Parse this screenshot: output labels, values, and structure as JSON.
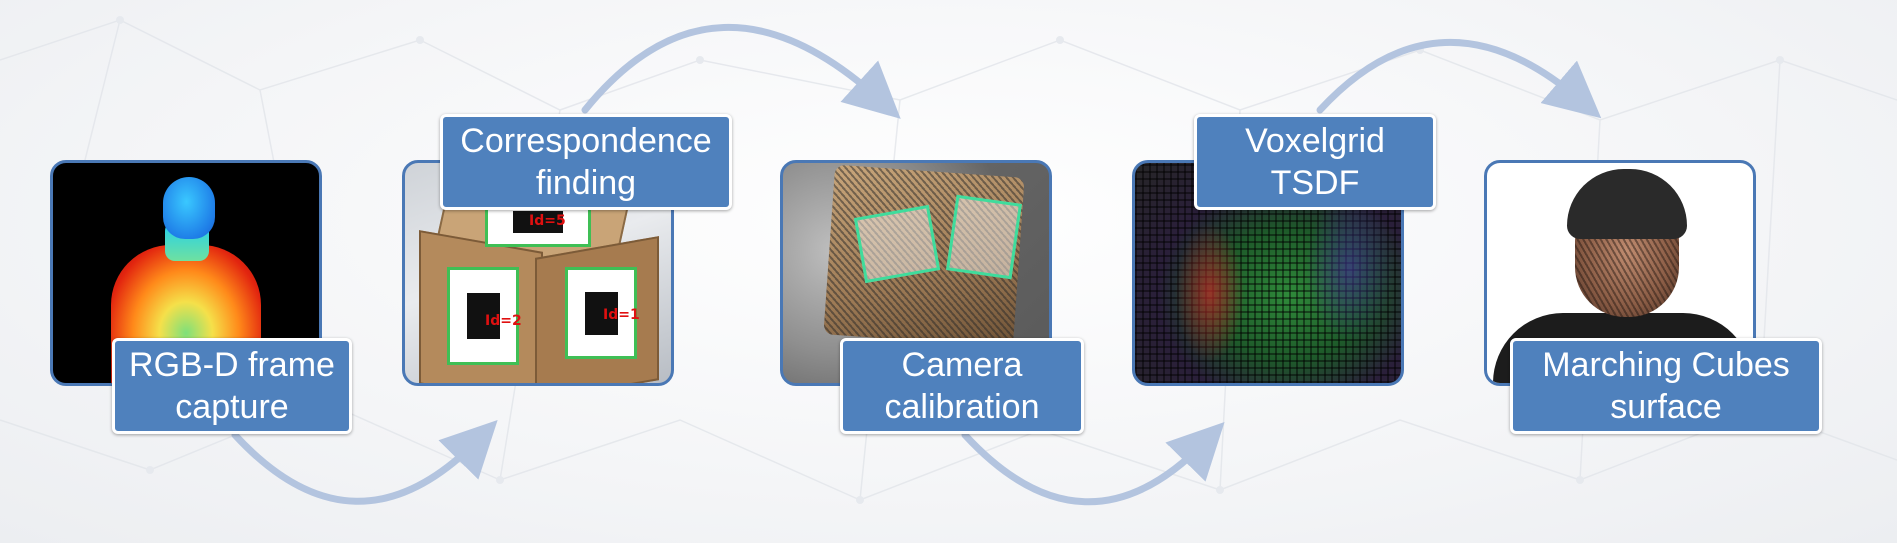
{
  "steps": [
    {
      "label_line1": "RGB-D frame",
      "label_line2": "capture"
    },
    {
      "label_line1": "Correspondence",
      "label_line2": "finding"
    },
    {
      "label_line1": "Camera",
      "label_line2": "calibration"
    },
    {
      "label_line1": "Voxelgrid",
      "label_line2": "TSDF"
    },
    {
      "label_line1": "Marching Cubes",
      "label_line2": "surface"
    }
  ],
  "marker_tags": [
    "Id=5",
    "Id=2",
    "Id=1"
  ],
  "colors": {
    "accent": "#4f81bd",
    "arrow": "#b3c4df",
    "frame_border": "#4a78b5"
  }
}
